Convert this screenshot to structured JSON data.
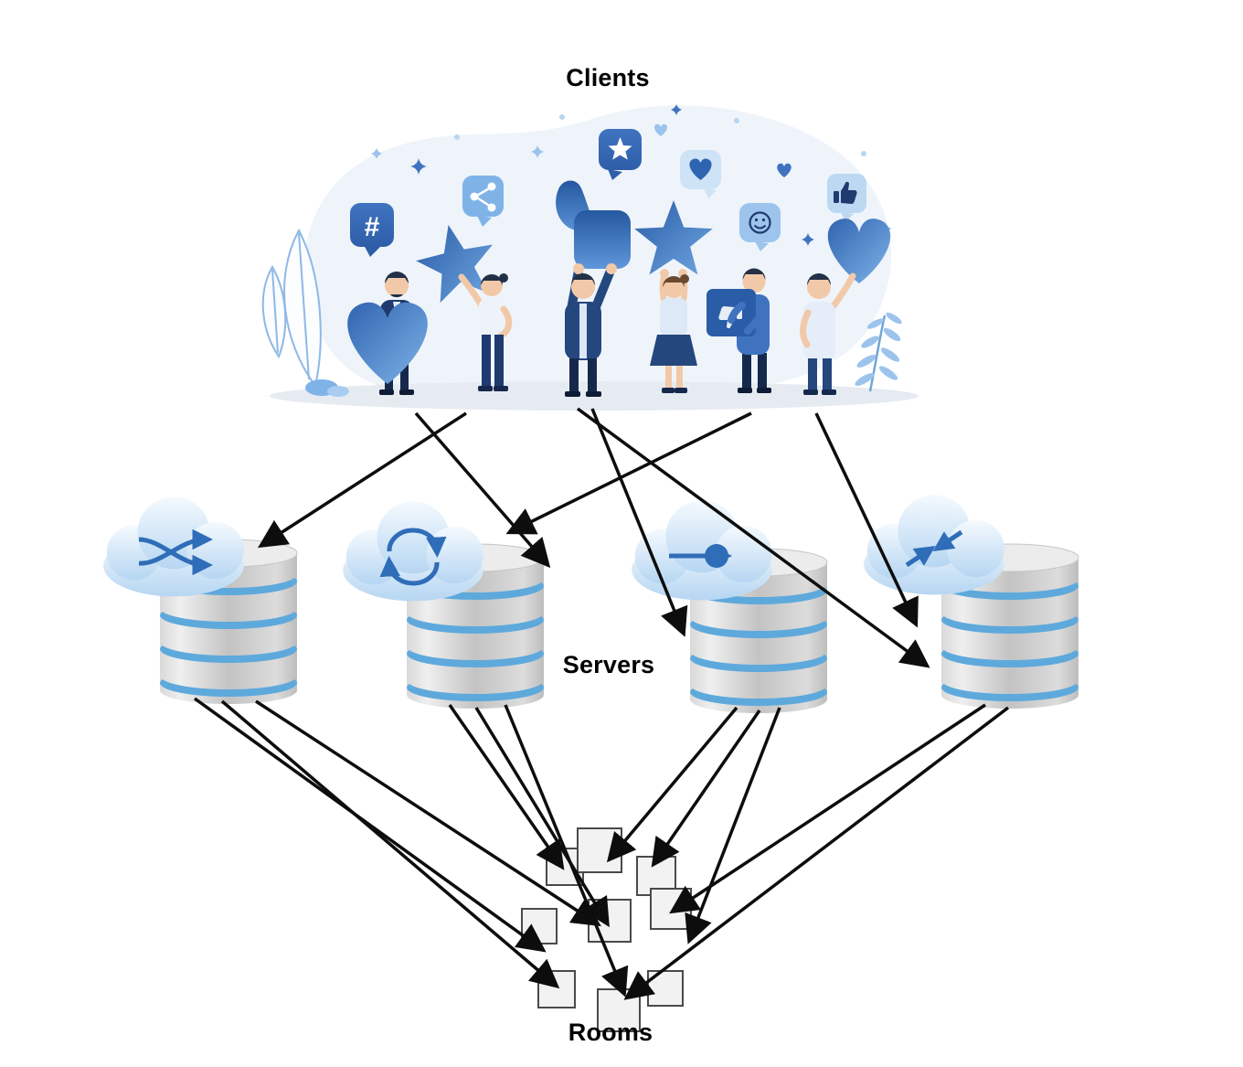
{
  "diagram": {
    "labels": {
      "clients": "Clients",
      "servers": "Servers",
      "rooms": "Rooms"
    },
    "icons": {
      "hashtag_glyph": "#",
      "server_cloud_icons": [
        "shuffle-arrows-cloud-icon",
        "sync-arrows-cloud-icon",
        "forward-arrow-cloud-icon",
        "converging-arrows-cloud-icon"
      ],
      "client_floating_icons": [
        "hashtag-bubble-icon",
        "share-bubble-icon",
        "star-bubble-icon",
        "heart-bubble-icon",
        "smiley-bubble-icon",
        "thumb-bubble-icon",
        "star-icon",
        "thumbs-up-icon",
        "heart-icon",
        "thumbs-down-icon"
      ]
    },
    "counts": {
      "servers": 4,
      "rooms": 9,
      "client_figures": 6
    },
    "colors": {
      "accent_blue": "#3f73c0",
      "light_blue": "#7fb3e8",
      "navy": "#1e3a6e",
      "cylinder_gray": "#cccccc",
      "band_blue": "#5ea9dc",
      "cloud_blue": "#cde3f8",
      "arrow_black": "#0d0d0d",
      "room_fill": "#f2f2f2",
      "room_border": "#4a4a4a"
    }
  }
}
